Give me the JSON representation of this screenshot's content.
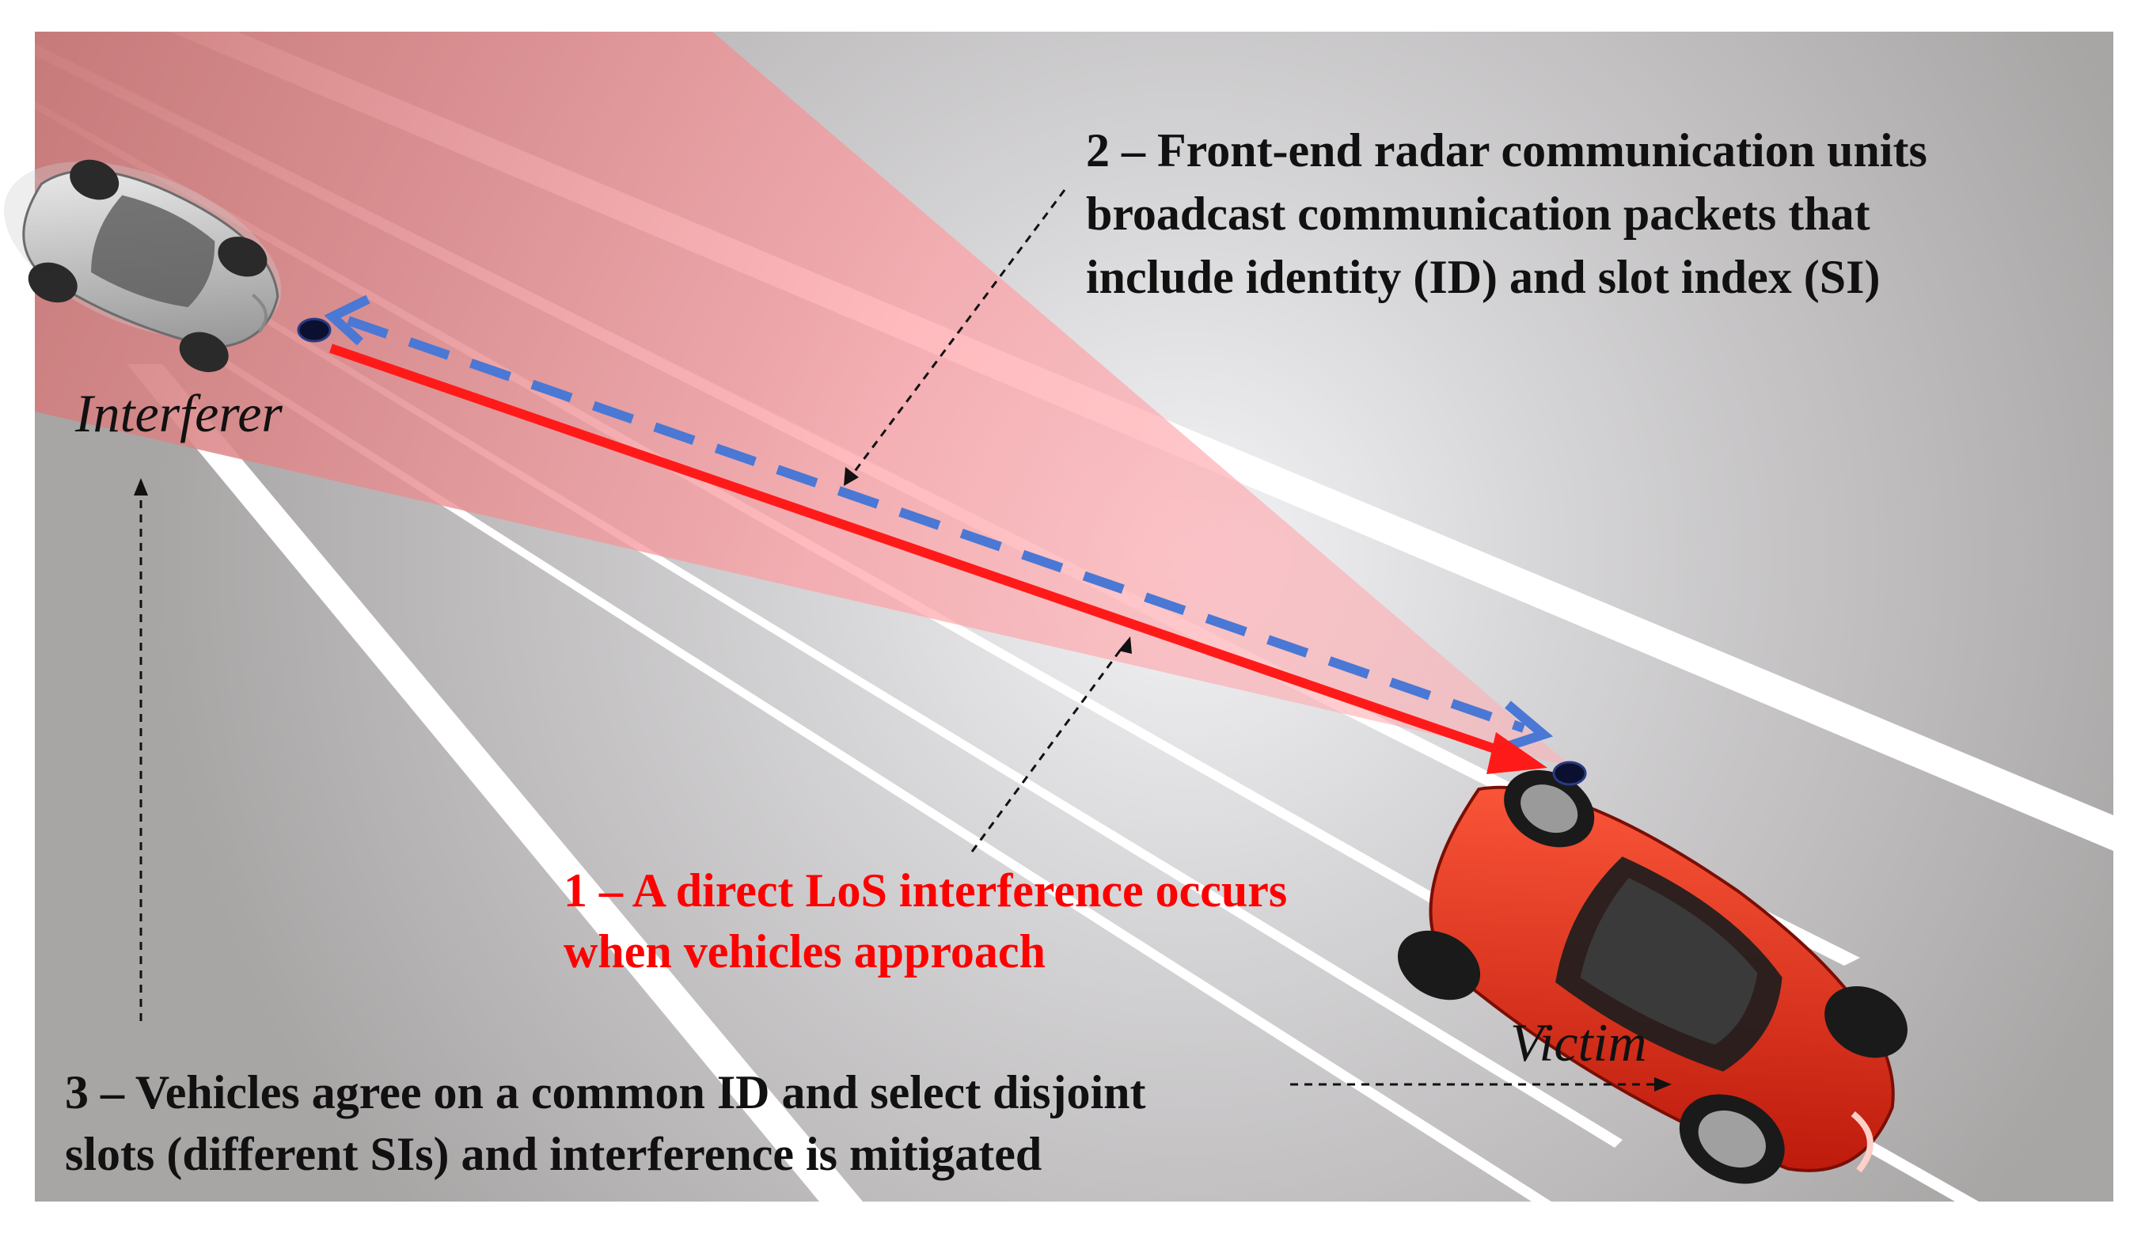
{
  "labels": {
    "interferer": "Interferer",
    "victim": "Victim"
  },
  "annotations": {
    "step1": {
      "lines": [
        "1 – A direct LoS interference occurs",
        "when vehicles approach"
      ],
      "color": "#ff0000"
    },
    "step2": {
      "lines": [
        "2 – Front-end radar communication units",
        "broadcast communication packets that",
        "include identity (ID) and slot index (SI)"
      ],
      "color": "#111111"
    },
    "step3": {
      "lines": [
        "3 – Vehicles agree on a common ID and select disjoint",
        "slots (different SIs) and interference is mitigated"
      ],
      "color": "#111111"
    }
  },
  "colors": {
    "road": "#a9a6a6",
    "road_highlight": "#ffffff",
    "lane_marking": "#ffffff",
    "radar_beam": "#ffb5b8",
    "interference_arrow": "#ff1a1a",
    "communication_arrow": "#4a78d4",
    "interferer_car": "#c9c9c9",
    "victim_car": "#e8321e",
    "radar_unit": "#0b1030"
  },
  "icons": {
    "interferer_car": "silver-sports-car",
    "victim_car": "red-sports-car",
    "radar_unit": "radar-unit-dot"
  }
}
